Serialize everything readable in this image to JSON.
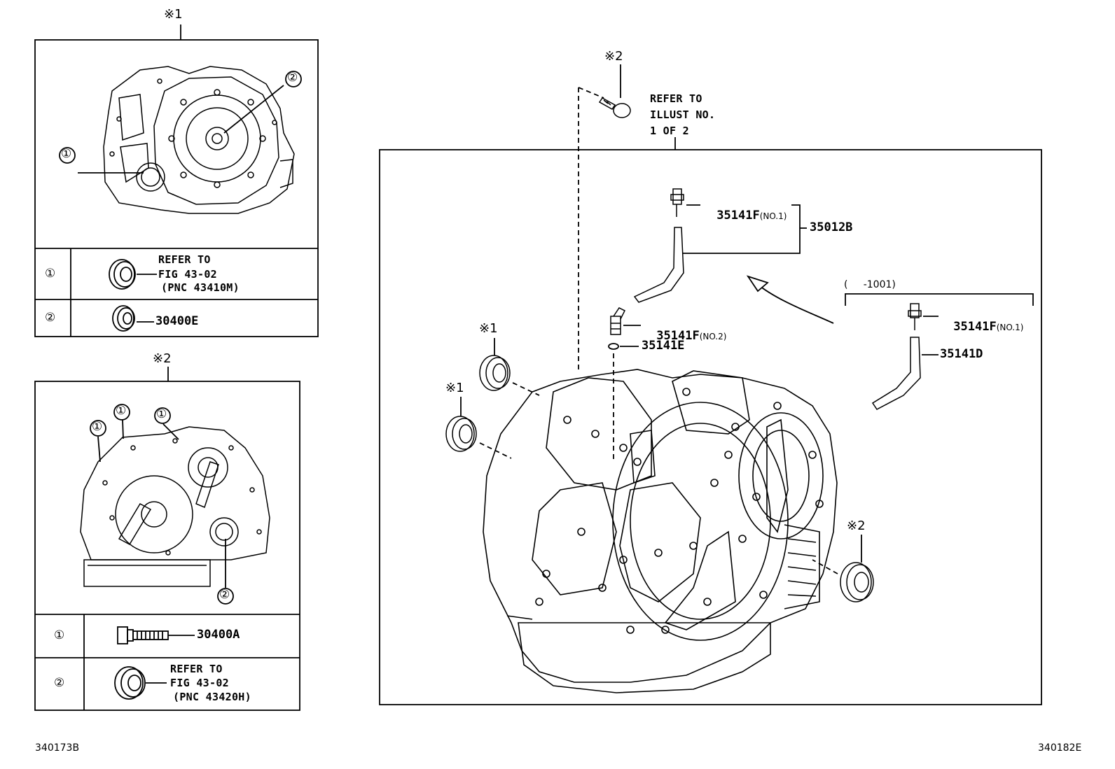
{
  "inset1": {
    "mark": "※1",
    "callouts": [
      "①",
      "②"
    ],
    "rows": [
      {
        "key": "①",
        "text": [
          "REFER TO",
          "FIG 43-02",
          "(PNC 43410M)"
        ]
      },
      {
        "key": "②",
        "part": "30400E"
      }
    ]
  },
  "inset2": {
    "mark": "※2",
    "callouts": [
      "①",
      "①",
      "①",
      "②"
    ],
    "rows": [
      {
        "key": "①",
        "part": "30400A"
      },
      {
        "key": "②",
        "text": [
          "REFER TO",
          "FIG 43-02",
          "(PNC 43420H)"
        ]
      }
    ]
  },
  "main": {
    "bolt_mark": "※2",
    "refer": [
      "REFER TO",
      "ILLUST NO.",
      "1 OF 2"
    ],
    "parts": {
      "p1": {
        "number": "35141F",
        "suffix": "(NO.1)"
      },
      "p2": {
        "number": "35012B"
      },
      "p3": {
        "number": "35141F",
        "suffix": "(NO.2)"
      },
      "p4": {
        "number": "35141E"
      },
      "p5": {
        "number": "35141F",
        "suffix": "(NO.1)"
      },
      "p6": {
        "number": "35141D"
      }
    },
    "range": "(     -1001)",
    "seal_marks": [
      "※1",
      "※1",
      "※2"
    ]
  },
  "codes": {
    "left": "340173B",
    "right": "340182E"
  }
}
